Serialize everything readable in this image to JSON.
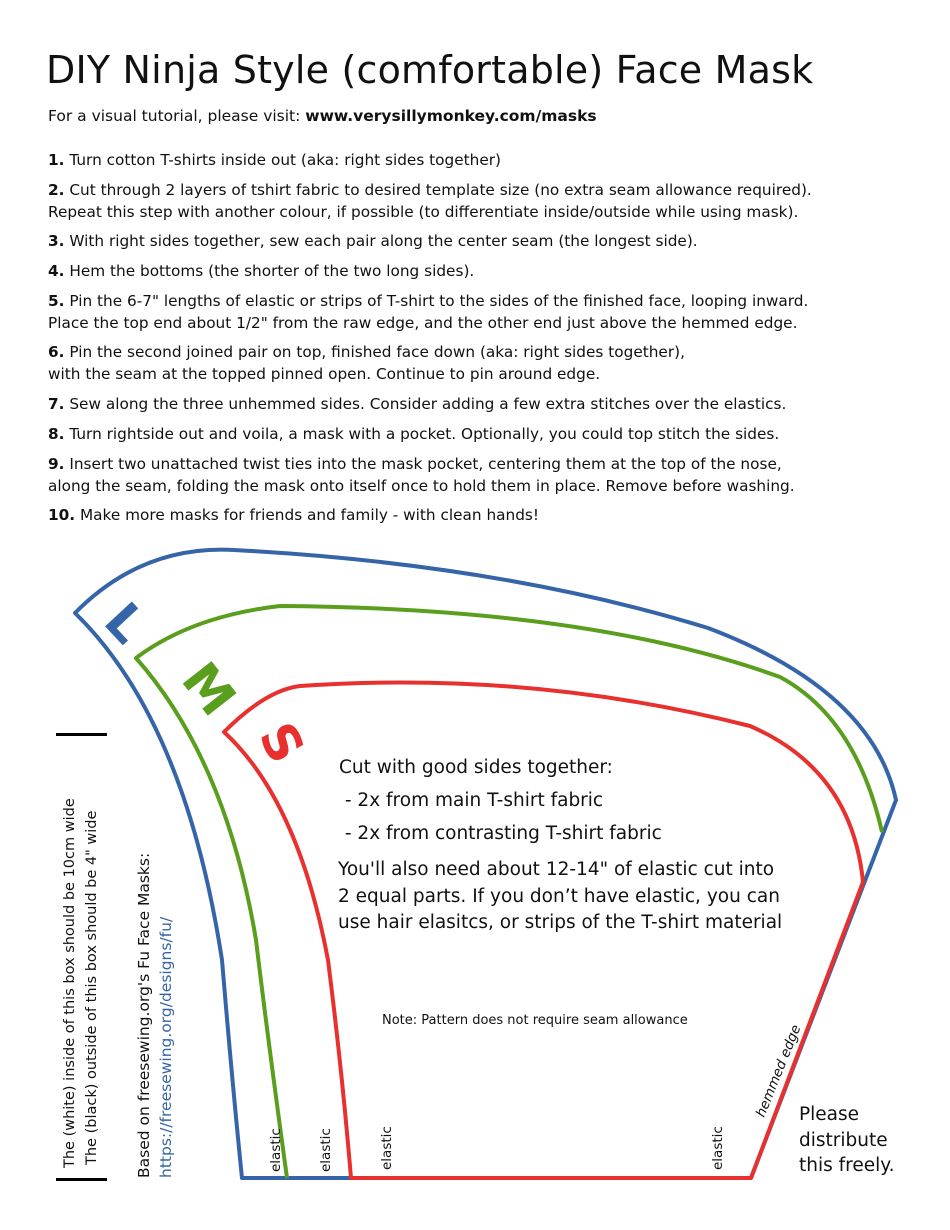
{
  "title": "DIY Ninja Style (comfortable) Face Mask",
  "intro": {
    "text": "For a visual tutorial, please visit: ",
    "url": "www.verysillymonkey.com/masks"
  },
  "steps": [
    {
      "num": "1.",
      "text": "Turn cotton T-shirts inside out (aka: right sides together)"
    },
    {
      "num": "2.",
      "text": "Cut through 2 layers of tshirt fabric to desired template size (no extra seam allowance required).\nRepeat this step with another colour, if possible (to differentiate inside/outside while using mask)."
    },
    {
      "num": "3.",
      "text": "With right sides together, sew each pair along the center seam (the longest side)."
    },
    {
      "num": "4.",
      "text": "Hem the bottoms (the shorter of the two long sides)."
    },
    {
      "num": "5.",
      "text": "Pin the 6-7\" lengths of elastic or strips of T-shirt to the sides of the finished face, looping inward.\nPlace the top end about 1/2\" from the raw edge, and the other end just above the hemmed edge."
    },
    {
      "num": "6.",
      "text": "Pin the second joined pair on top, finished face down (aka: right sides together),\nwith the seam at the topped pinned open. Continue to pin around edge."
    },
    {
      "num": "7.",
      "text": "Sew along the three unhemmed sides. Consider adding a few extra stitches over the elastics."
    },
    {
      "num": "8.",
      "text": "Turn rightside out and voila, a mask with a pocket. Optionally, you could top stitch the sides."
    },
    {
      "num": "9.",
      "text": "Insert two unattached twist ties into the mask pocket, centering them at the top of the nose,\nalong the seam, folding the mask onto itself once to hold them in place. Remove before washing."
    },
    {
      "num": "10.",
      "text": "Make more masks for friends and family - with clean hands!"
    }
  ],
  "sizes": {
    "large": "L",
    "medium": "M",
    "small": "S"
  },
  "colors": {
    "large": "#3565a8",
    "medium": "#5a9e1e",
    "small": "#e8302e",
    "link": "#3565a8"
  },
  "elastic_label": "elastic",
  "hemmed_label": "hemmed edge",
  "calibration": {
    "line1": "The (white) inside of this box should be 10cm wide",
    "line2": "The (black) outside of this box should be 4\" wide"
  },
  "credit": {
    "line1": "Based on freesewing.org's Fu Face Masks:",
    "url": "https://freesewing.org/designs/fu/"
  },
  "cut": {
    "heading": "Cut with good sides together:",
    "item1": " - 2x from main T-shirt fabric",
    "item2": " - 2x from contrasting T-shirt fabric"
  },
  "need": "You'll also need about 12-14\" of elastic cut into\n2 equal parts. If you don’t have elastic, you can\nuse hair elasitcs, or strips of the T-shirt material",
  "note": "Note: Pattern does not require seam allowance",
  "distribute": "Please\ndistribute\nthis freely."
}
